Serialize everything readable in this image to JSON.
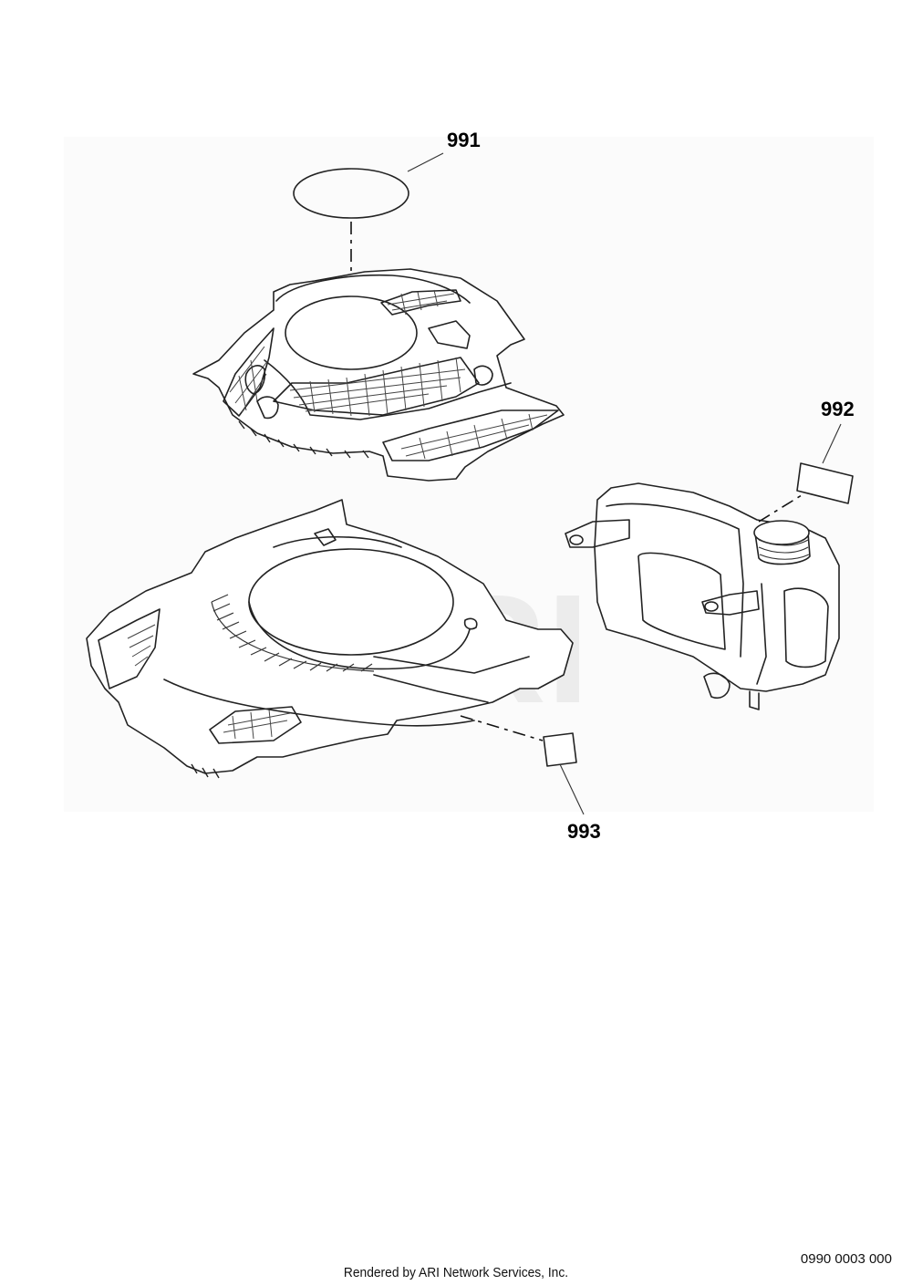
{
  "callouts": {
    "part_991": "991",
    "part_992": "992",
    "part_993": "993"
  },
  "footer": {
    "credit": "Rendered by ARI Network Services, Inc.",
    "drawing_number": "0990 0003 000"
  },
  "watermark": "ARI"
}
